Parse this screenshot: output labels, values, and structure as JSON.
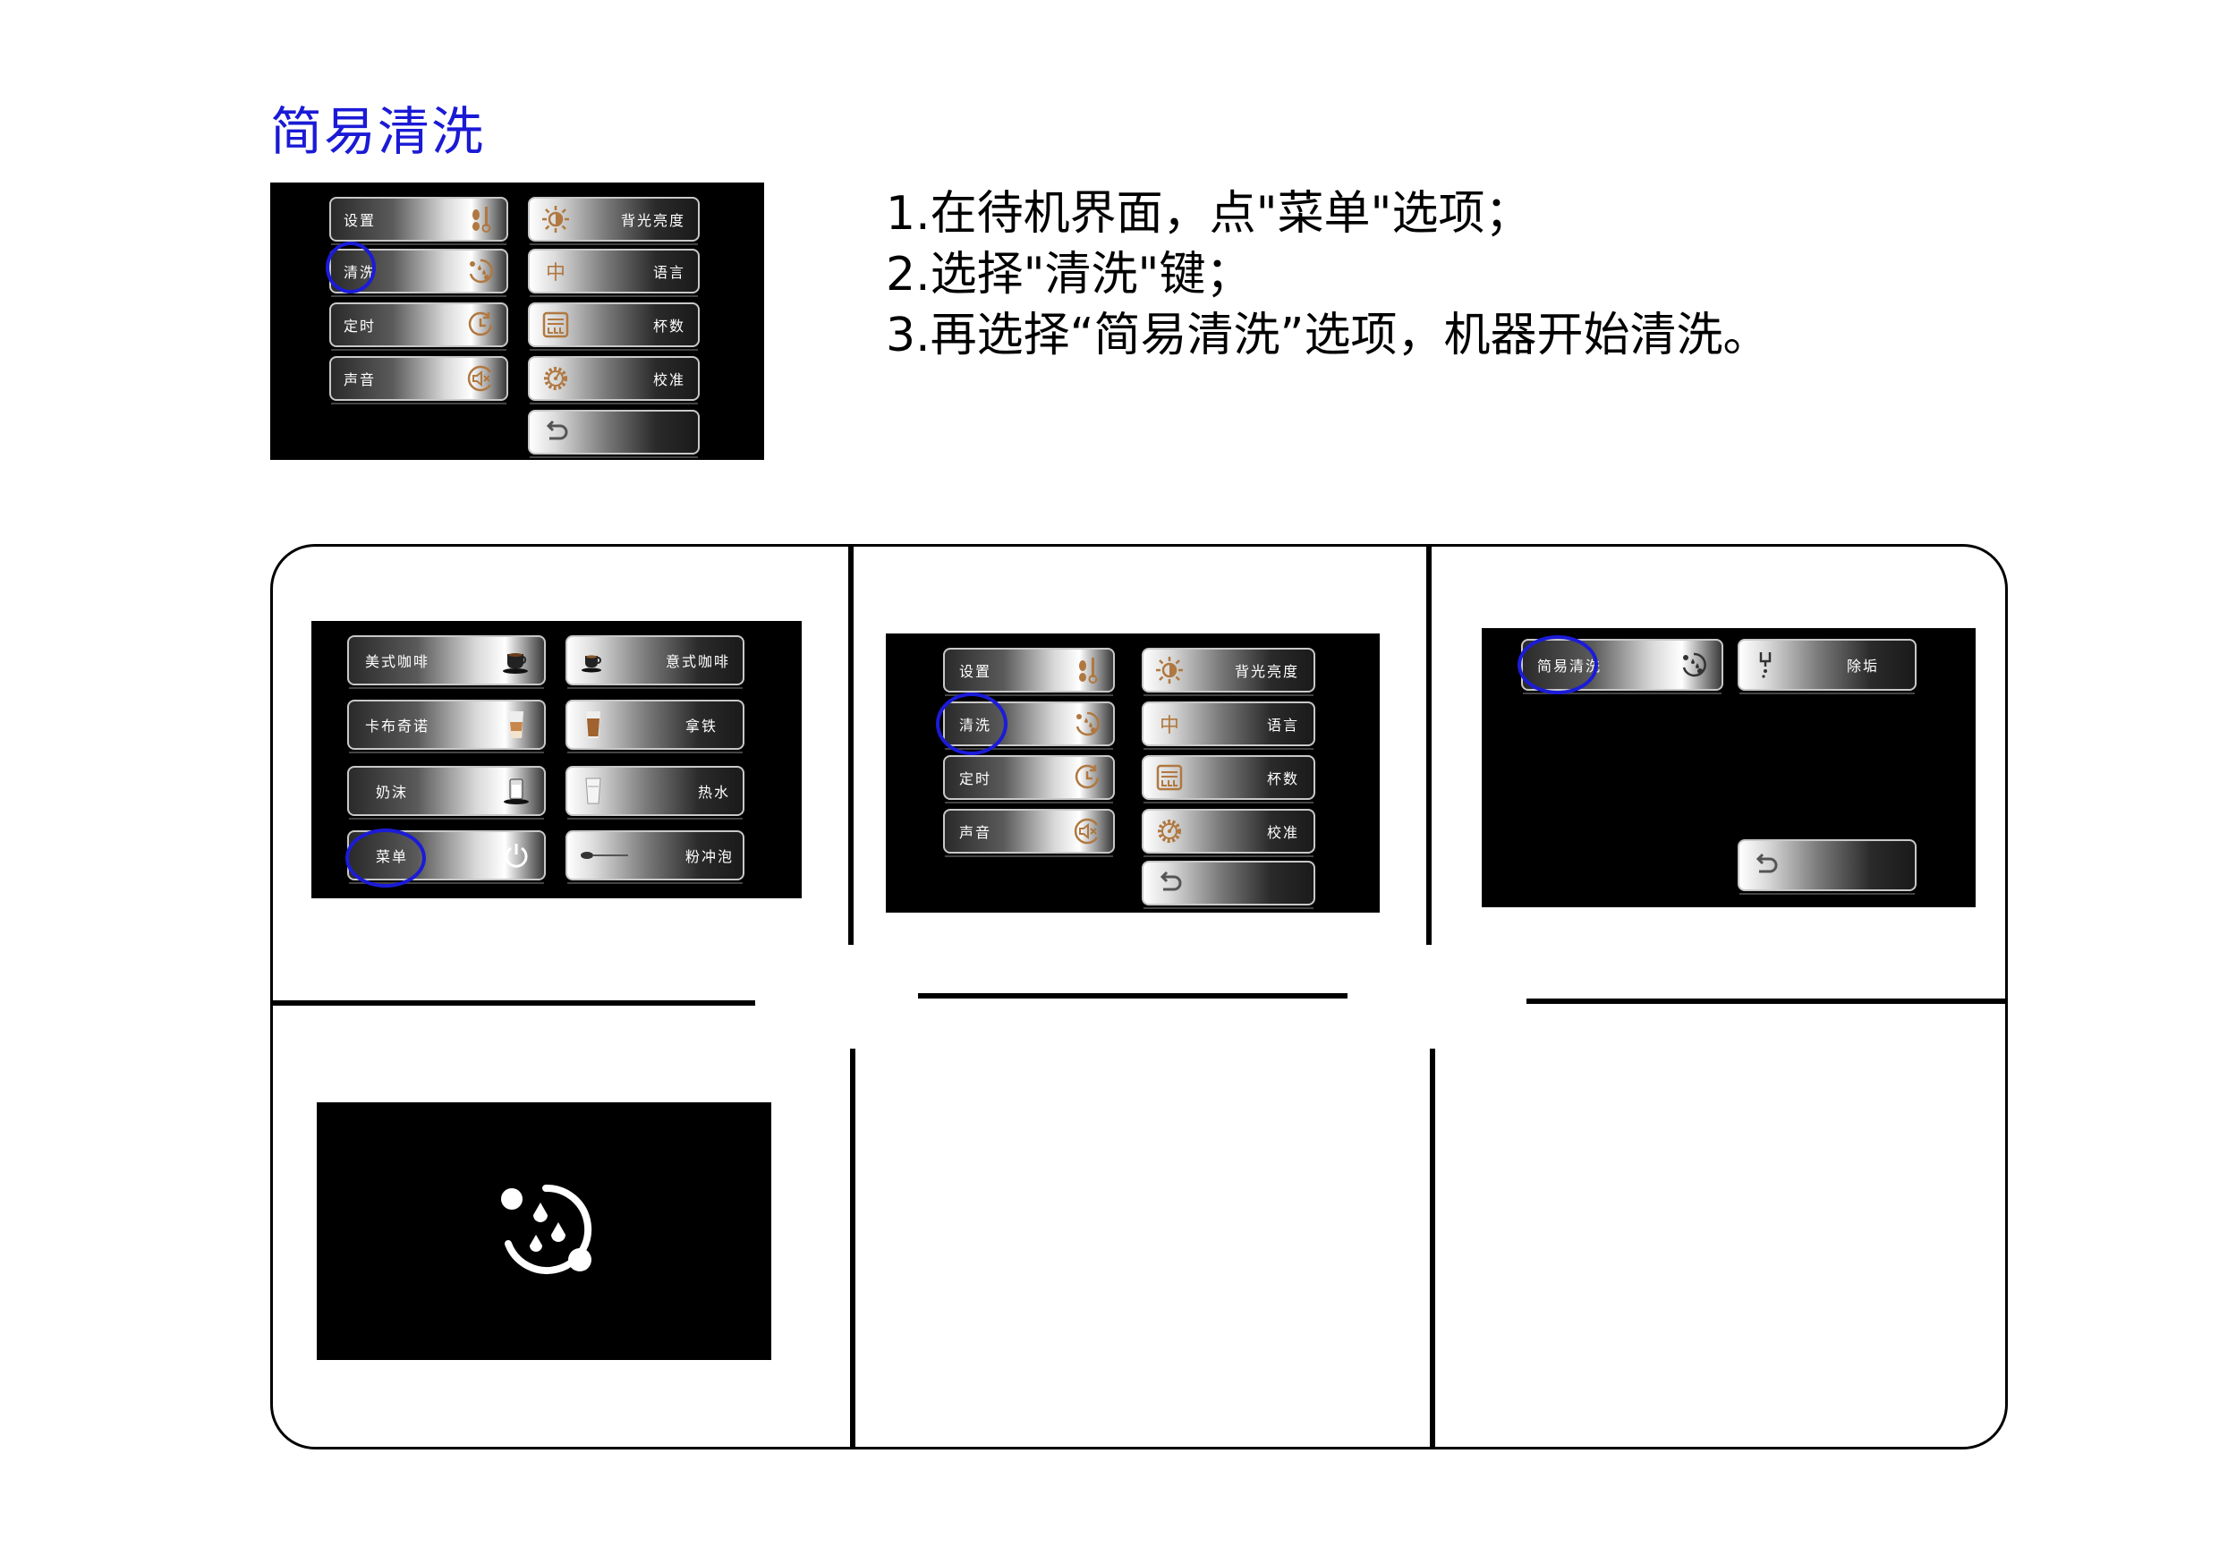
{
  "title": "简易清洗",
  "instructions": [
    "1.在待机界面，点\"菜单\"选项；",
    "2.选择\"清洗\"键；",
    "3.再选择“简易清洗”选项，机器开始清洗。"
  ],
  "menu_screen": {
    "left": [
      {
        "label": "设置",
        "icon": "beans-thermometer-icon"
      },
      {
        "label": "清洗",
        "icon": "cleaning-drops-icon"
      },
      {
        "label": "定时",
        "icon": "clock-icon"
      },
      {
        "label": "声音",
        "icon": "speaker-mute-icon"
      }
    ],
    "right": [
      {
        "label": "背光亮度",
        "icon": "sun-icon"
      },
      {
        "label": "语言",
        "icon": "language-icon",
        "glyph": "中"
      },
      {
        "label": "杯数",
        "icon": "cup-counter-icon"
      },
      {
        "label": "校准",
        "icon": "gear-icon"
      }
    ]
  },
  "home_screen": {
    "left": [
      {
        "label": "美式咖啡",
        "icon": "americano-cup-icon"
      },
      {
        "label": "卡布奇诺",
        "icon": "cappuccino-glass-icon"
      },
      {
        "label": "奶沫",
        "icon": "milk-foam-icon"
      },
      {
        "label": "菜单",
        "icon": "power-menu-icon"
      }
    ],
    "right": [
      {
        "label": "意式咖啡",
        "icon": "espresso-cup-icon"
      },
      {
        "label": "拿铁",
        "icon": "latte-glass-icon"
      },
      {
        "label": "热水",
        "icon": "hot-water-glass-icon"
      },
      {
        "label": "粉冲泡",
        "icon": "spoon-icon"
      }
    ]
  },
  "clean_screen": {
    "left": {
      "label": "简易清洗",
      "icon": "cleaning-drops-icon"
    },
    "right": {
      "label": "除垢",
      "icon": "descale-nozzle-icon"
    }
  },
  "colors": {
    "title": "#1a1ad6",
    "highlight_circle": "#1b1bd8",
    "icon_brown": "#b07840"
  }
}
